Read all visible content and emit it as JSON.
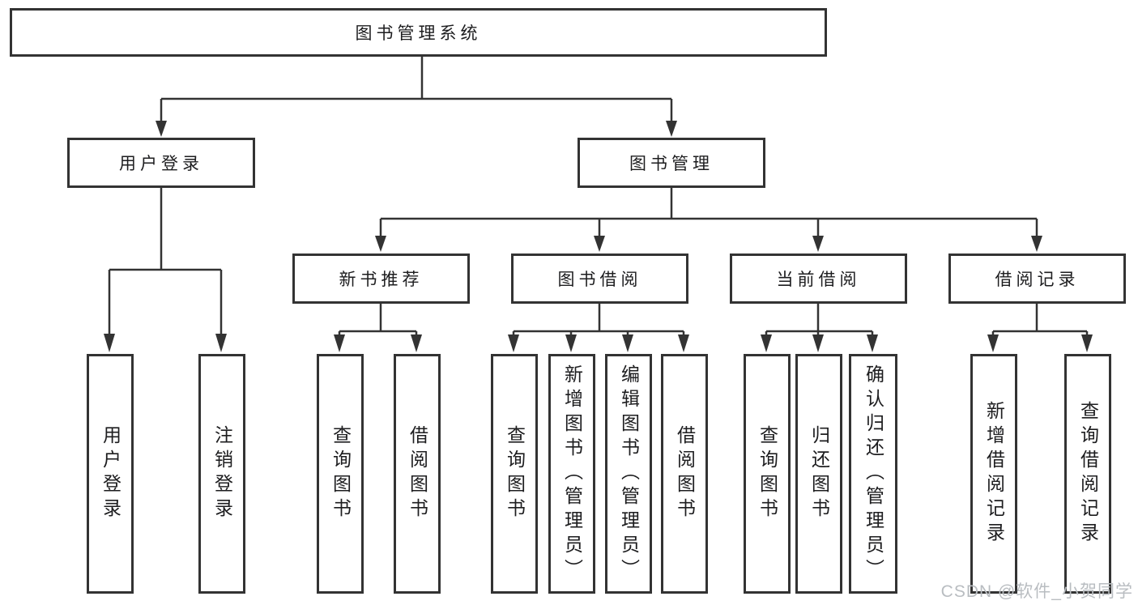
{
  "tree": {
    "root": "图书管理系统",
    "branches": [
      {
        "label": "用户登录",
        "children": [
          {
            "label": "用户登录"
          },
          {
            "label": "注销登录"
          }
        ]
      },
      {
        "label": "图书管理",
        "sections": [
          {
            "label": "新书推荐",
            "children": [
              {
                "label": "查询图书"
              },
              {
                "label": "借阅图书"
              }
            ]
          },
          {
            "label": "图书借阅",
            "children": [
              {
                "label": "查询图书"
              },
              {
                "label": "新增图书（管理员）"
              },
              {
                "label": "编辑图书（管理员）"
              },
              {
                "label": "借阅图书"
              }
            ]
          },
          {
            "label": "当前借阅",
            "children": [
              {
                "label": "查询图书"
              },
              {
                "label": "归还图书"
              },
              {
                "label": "确认归还（管理员）"
              }
            ]
          },
          {
            "label": "借阅记录",
            "children": [
              {
                "label": "新增借阅记录"
              },
              {
                "label": "查询借阅记录"
              }
            ]
          }
        ]
      }
    ]
  },
  "colors": {
    "line": "#333333",
    "text": "#1d1d1f",
    "watermark": "#b9bdc1",
    "background": "#ffffff"
  },
  "watermark": "CSDN @软件_小贺同学"
}
